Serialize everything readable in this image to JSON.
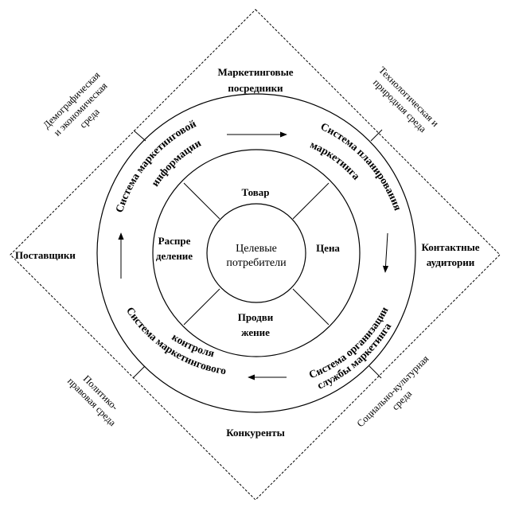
{
  "env": {
    "top": [
      "Маркетинговые",
      "посредники"
    ],
    "left": "Поставщики",
    "right": [
      "Контактные",
      "аудитории"
    ],
    "bottom": "Конкуренты"
  },
  "corners": {
    "top_left": [
      "Демографическая",
      "и экономическая",
      "среда"
    ],
    "top_right": [
      "Технологическая и",
      "природная среда"
    ],
    "bottom_left": [
      "Политико-",
      "правовая среда"
    ],
    "bottom_right": [
      "Социально-культурная",
      "среда"
    ]
  },
  "systems": {
    "info": [
      "Система маркетинговой",
      "информации"
    ],
    "planning": [
      "Система планирования",
      "маркетинга"
    ],
    "org": [
      "Система организации",
      "службы маркетинга"
    ],
    "control": [
      "Система маркетингового",
      "контроля"
    ]
  },
  "mix": {
    "product": "Товар",
    "price": "Цена",
    "promotion": [
      "Продви",
      "жение"
    ],
    "distribution": [
      "Распре",
      "деление"
    ]
  },
  "center": [
    "Целевые",
    "потребители"
  ]
}
